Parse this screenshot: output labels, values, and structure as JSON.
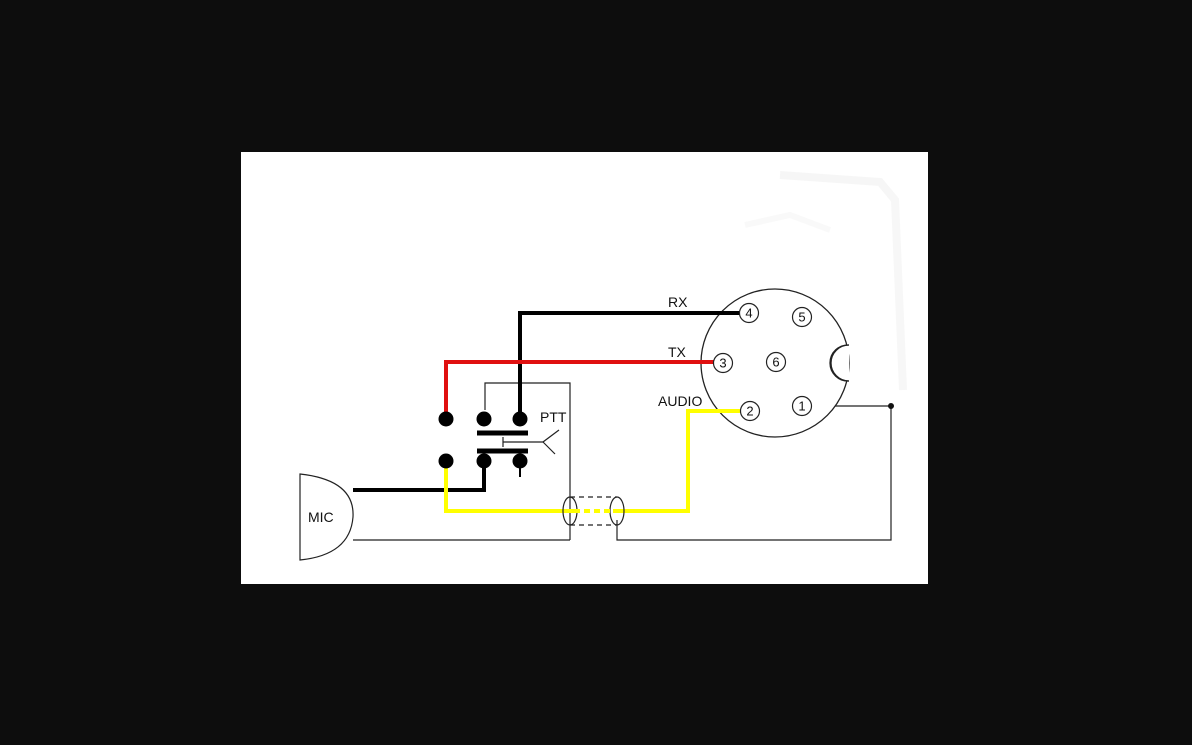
{
  "diagram": {
    "labels": {
      "rx": "RX",
      "tx": "TX",
      "audio": "AUDIO",
      "ptt": "PTT",
      "mic": "MIC"
    },
    "connector_pins": [
      "1",
      "2",
      "3",
      "4",
      "5",
      "6"
    ],
    "colors": {
      "rx_wire": "#000000",
      "tx_wire": "#e01010",
      "audio_wire": "#ffff00",
      "background": "#0d0d0d",
      "canvas": "#ffffff"
    }
  }
}
